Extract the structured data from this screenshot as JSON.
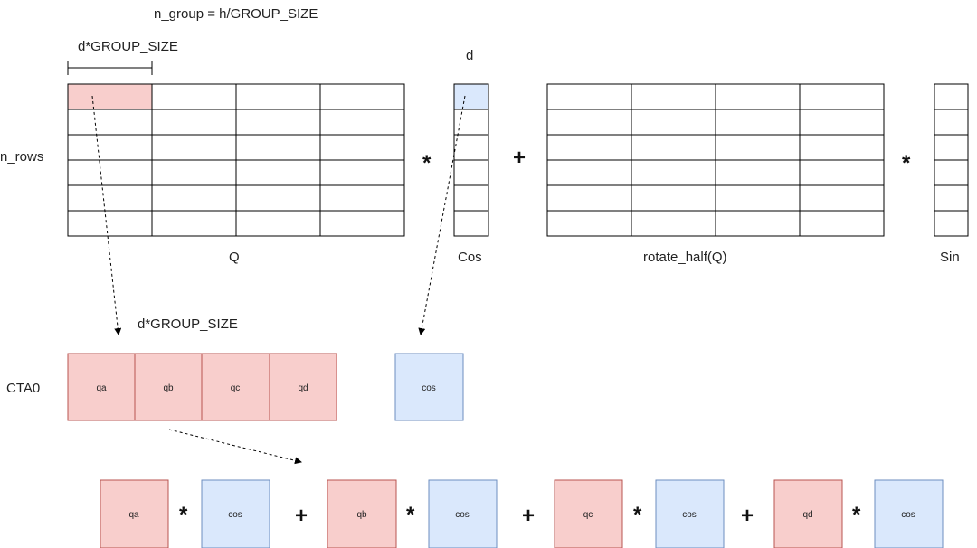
{
  "labels": {
    "n_group": "n_group = h/GROUP_SIZE",
    "d_group_top": "d*GROUP_SIZE",
    "d": "d",
    "n_rows": "n_rows",
    "q": "Q",
    "cos": "Cos",
    "rotate_half": "rotate_half(Q)",
    "sin": "Sin",
    "d_group_mid": "d*GROUP_SIZE",
    "cta0": "CTA0"
  },
  "cta_blocks": [
    "qa",
    "qb",
    "qc",
    "qd"
  ],
  "cta_cos": "cos",
  "operators": {
    "mul": "*",
    "add": "+"
  },
  "equation": [
    {
      "q": "qa",
      "cos": "cos"
    },
    {
      "q": "qb",
      "cos": "cos"
    },
    {
      "q": "qc",
      "cos": "cos"
    },
    {
      "q": "qd",
      "cos": "cos"
    }
  ],
  "colors": {
    "pink_fill": "#f8cecc",
    "pink_stroke": "#b85450",
    "blue_fill": "#dae8fc",
    "blue_stroke": "#6c8ebf"
  }
}
